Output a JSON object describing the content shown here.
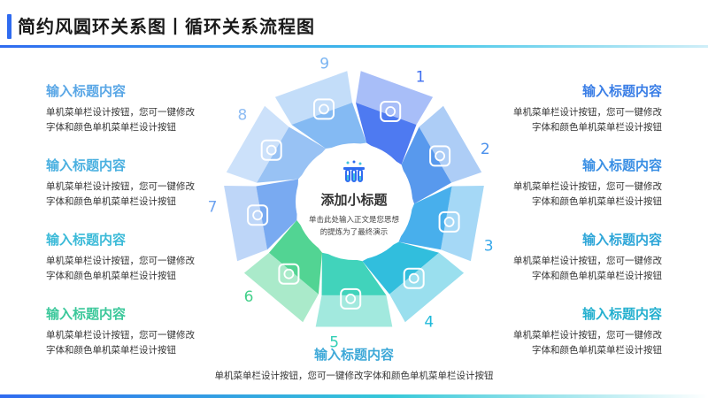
{
  "title": "简约风圆环关系图丨循环关系流程图",
  "colors": {
    "accent": "#2f6bf0",
    "blue": "#3f6ff0",
    "sky": "#44a6ec",
    "cyan": "#1fb9da",
    "teal": "#31cfb5",
    "green": "#43d08a",
    "light_blue": "#7fb6f2",
    "pale_blue": "#9ec6f4"
  },
  "center": {
    "title": "添加小标题",
    "body_line1": "单击此处输入正文是您思想",
    "body_line2": "的提炼为了最终演示",
    "icon": "test-tubes-icon"
  },
  "segments": [
    {
      "number": "1",
      "icon": "dollar-frame-icon",
      "color": "#3f6ff0"
    },
    {
      "number": "2",
      "icon": "bar-chart-icon",
      "color": "#4a90ec"
    },
    {
      "number": "3",
      "icon": "yuan-refresh-icon",
      "color": "#38a8ea"
    },
    {
      "number": "4",
      "icon": "laptop-gear-icon",
      "color": "#1fb9da"
    },
    {
      "number": "5",
      "icon": "dollar-circle-icon",
      "color": "#31cfb5"
    },
    {
      "number": "6",
      "icon": "coins-icon",
      "color": "#43d08a"
    },
    {
      "number": "7",
      "icon": "growth-chart-icon",
      "color": "#6ea3f0"
    },
    {
      "number": "8",
      "icon": "money-search-icon",
      "color": "#8fbdf3"
    },
    {
      "number": "9",
      "icon": "person-arrows-icon",
      "color": "#7ab4f2"
    }
  ],
  "left_items": [
    {
      "heading": "输入标题内容",
      "line1": "单机菜单栏设计按钮，您可一键修改",
      "line2": "字体和颜色单机菜单栏设计按钮",
      "color": "#5aa7e6"
    },
    {
      "heading": "输入标题内容",
      "line1": "单机菜单栏设计按钮，您可一键修改",
      "line2": "字体和颜色单机菜单栏设计按钮",
      "color": "#4ab0e0"
    },
    {
      "heading": "输入标题内容",
      "line1": "单机菜单栏设计按钮，您可一键修改",
      "line2": "字体和颜色单机菜单栏设计按钮",
      "color": "#3bbad8"
    },
    {
      "heading": "输入标题内容",
      "line1": "单机菜单栏设计按钮，您可一键修改",
      "line2": "字体和颜色单机菜单栏设计按钮",
      "color": "#3cc89b"
    }
  ],
  "right_items": [
    {
      "heading": "输入标题内容",
      "line1": "单机菜单栏设计按钮，您可一键修改",
      "line2": "字体和颜色单机菜单栏设计按钮",
      "color": "#3a7ee6"
    },
    {
      "heading": "输入标题内容",
      "line1": "单机菜单栏设计按钮，您可一键修改",
      "line2": "字体和颜色单机菜单栏设计按钮",
      "color": "#3a8fe4"
    },
    {
      "heading": "输入标题内容",
      "line1": "单机菜单栏设计按钮，您可一键修改",
      "line2": "字体和颜色单机菜单栏设计按钮",
      "color": "#2ea6d8"
    },
    {
      "heading": "输入标题内容",
      "line1": "单机菜单栏设计按钮，您可一键修改",
      "line2": "字体和颜色单机菜单栏设计按钮",
      "color": "#25b0cf"
    }
  ],
  "bottom_item": {
    "heading": "输入标题内容",
    "body": "单机菜单栏设计按钮，您可一键修改字体和颜色单机菜单栏设计按钮"
  }
}
